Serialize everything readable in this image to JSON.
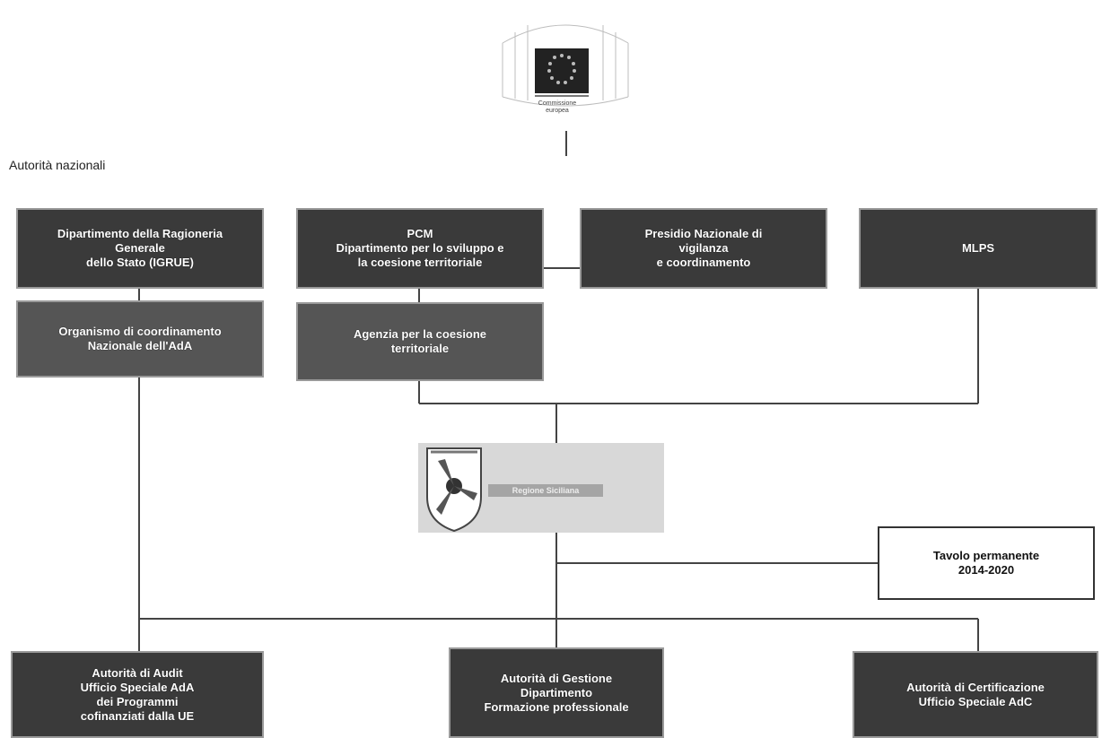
{
  "logo": {
    "label": "Commissione\neuropea"
  },
  "section_title": "Autorità nazionali",
  "boxes": {
    "igrue": "Dipartimento della Ragioneria\nGenerale\ndello Stato (IGRUE)",
    "pcm": "PCM\nDipartimento per lo sviluppo e\nla coesione territoriale",
    "presidio": "Presidio Nazionale di\nvigilanza\ne coordinamento",
    "mlps": "MLPS",
    "organismo": "Organismo di coordinamento\nNazionale dell'AdA",
    "agenzia": "Agenzia per la coesione\nterritoriale",
    "tavolo": "Tavolo permanente\n2014-2020",
    "audit": "Autorità di Audit\nUfficio Speciale AdA\ndei Programmi\ncofinanziati dalla UE",
    "gestione": "Autorità di Gestione\nDipartimento\nFormazione professionale",
    "certificazione": "Autorità di Certificazione\nUfficio Speciale AdC"
  },
  "region_logo": {
    "banner": "Regione Siciliana"
  },
  "colors": {
    "dark_box": "#3a3a3a",
    "mid_box": "#555555",
    "line": "#444444"
  }
}
